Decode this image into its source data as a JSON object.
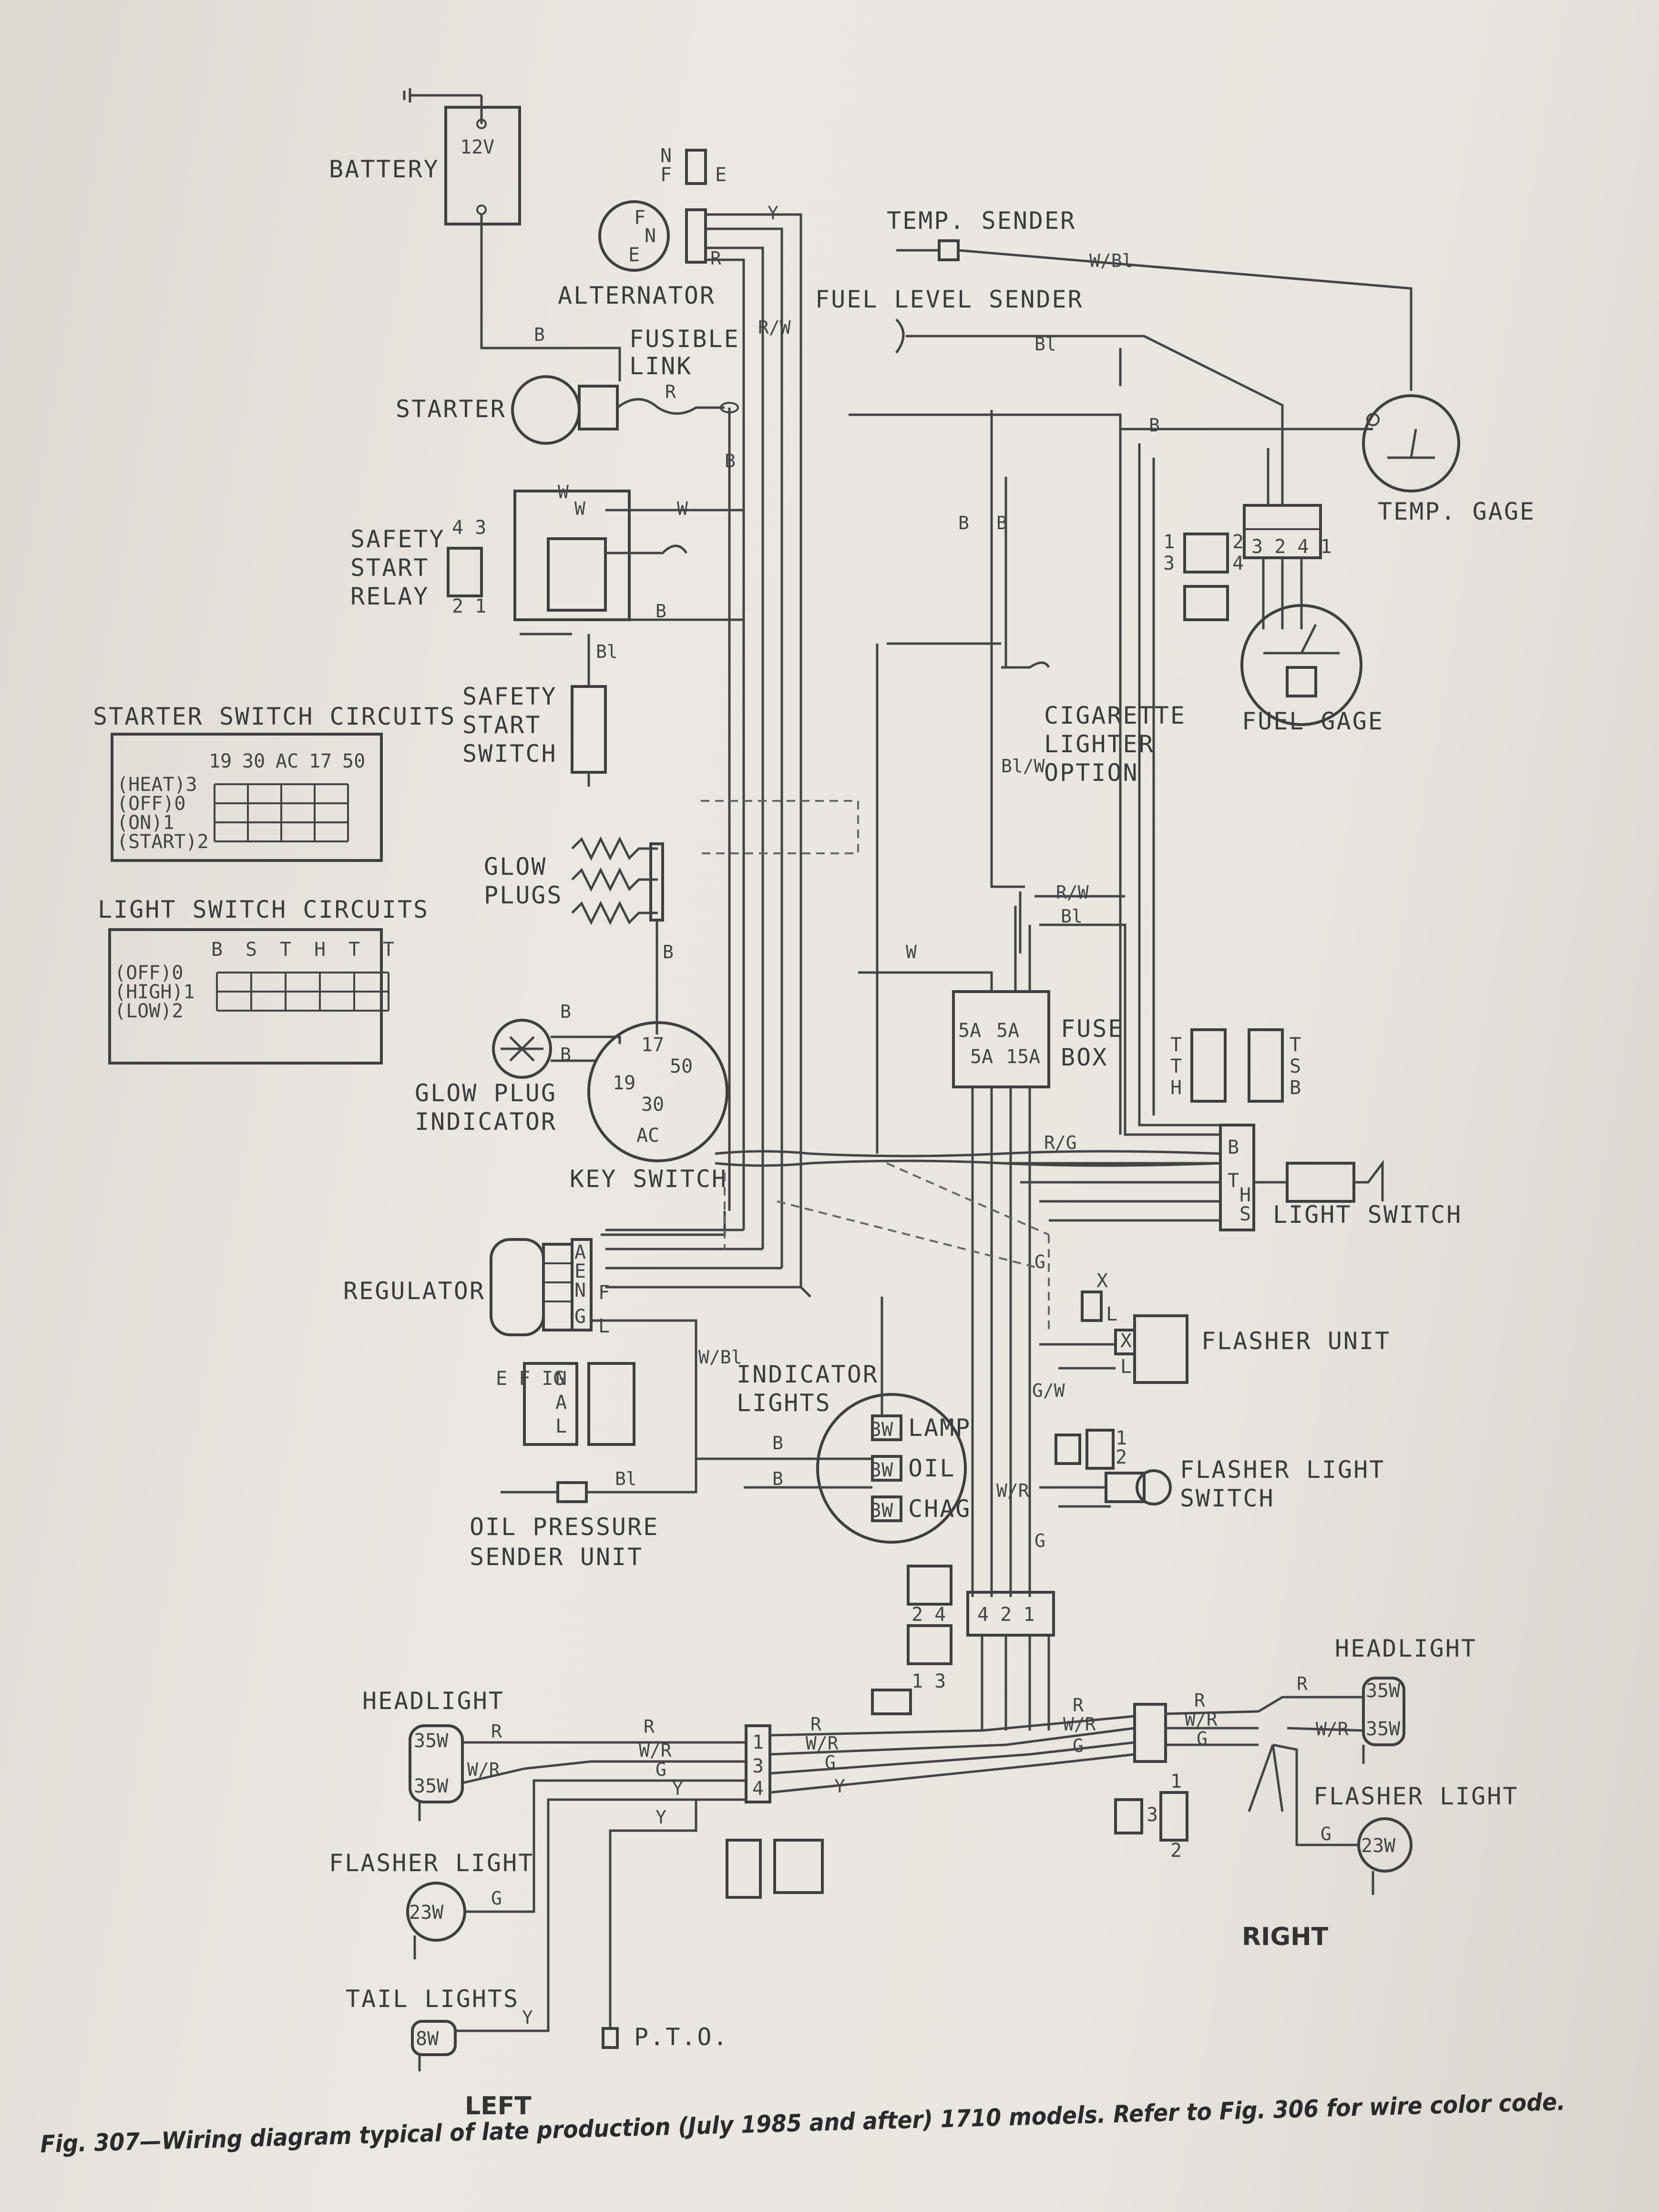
{
  "labels": {
    "battery": "BATTERY",
    "battery_v": "12V",
    "alternator": "ALTERNATOR",
    "fusible_link": "FUSIBLE",
    "fusible_link2": "LINK",
    "starter": "STARTER",
    "ssr1": "SAFETY",
    "ssr2": "START",
    "ssr3": "RELAY",
    "sss1": "SAFETY",
    "sss2": "START",
    "sss3": "SWITCH",
    "glow1": "GLOW",
    "glow2": "PLUGS",
    "gpi1": "GLOW PLUG",
    "gpi2": "INDICATOR",
    "key_switch": "KEY SWITCH",
    "regulator": "REGULATOR",
    "indicator1": "INDICATOR",
    "indicator2": "LIGHTS",
    "lamp": "LAMP",
    "oil": "OIL",
    "chag": "CHAG",
    "ops1": "OIL PRESSURE",
    "ops2": "SENDER UNIT",
    "temp_sender": "TEMP. SENDER",
    "fuel_sender": "FUEL LEVEL SENDER",
    "temp_gage": "TEMP. GAGE",
    "fuel_gage": "FUEL GAGE",
    "cig1": "CIGARETTE",
    "cig2": "LIGHTER",
    "cig3": "OPTION",
    "fuse_box1": "FUSE",
    "fuse_box2": "BOX",
    "light_switch": "LIGHT SWITCH",
    "flasher_unit": "FLASHER UNIT",
    "fls1": "FLASHER LIGHT",
    "fls2": "SWITCH",
    "headlight_l": "HEADLIGHT",
    "headlight_r": "HEADLIGHT",
    "flasher_l": "FLASHER LIGHT",
    "flasher_r": "FLASHER LIGHT",
    "tail_lights": "TAIL LIGHTS",
    "pto": "P.T.O.",
    "left": "LEFT",
    "right": "RIGHT"
  },
  "tables": {
    "starter": {
      "title": "STARTER SWITCH CIRCUITS",
      "columns": [
        "19",
        "30",
        "AC",
        "17",
        "50"
      ],
      "rows": [
        "(HEAT)3",
        "(OFF)0",
        "(ON)1",
        "(START)2"
      ]
    },
    "light": {
      "title": "LIGHT SWITCH CIRCUITS",
      "columns": [
        "B",
        "S",
        "T",
        "H",
        "T",
        "T"
      ],
      "rows": [
        "(OFF)0",
        "(HIGH)1",
        "(LOW)2"
      ]
    }
  },
  "ratings": {
    "w35a": "35W",
    "w35b": "35W",
    "w35c": "35W",
    "w35d": "35W",
    "w23a": "23W",
    "w23b": "23W",
    "w8": "8W",
    "w3a": "3W",
    "w3b": "3W",
    "w3c": "3W",
    "f5a1": "5A",
    "f5a2": "5A",
    "f5a3": "5A",
    "f15a": "15A"
  },
  "terminals": {
    "t17": "17",
    "t50": "50",
    "t19": "19",
    "t30": "30",
    "tac": "AC",
    "ssr43": "4 3",
    "ssr21": "2 1",
    "regA": "A",
    "regE": "E",
    "regN": "N",
    "regG": "G",
    "regF": "F",
    "regL": "L",
    "altN": "N",
    "altF": "F",
    "altE": "E",
    "conn3241": "3 2 4 1",
    "lsT": "T",
    "lsB": "B",
    "lsS": "S",
    "lsH": "H",
    "conn421": "4 2 1",
    "conn13": "1 3",
    "conn24": "2 4",
    "conn123": "1 2 3",
    "flX": "X",
    "flL": "L",
    "cnEFIG": "E F IG",
    "c1": "1",
    "c2": "2",
    "c3": "3",
    "c4": "4"
  },
  "wires": {
    "B": "B",
    "R": "R",
    "W": "W",
    "Y": "Y",
    "G": "G",
    "Bl": "Bl",
    "WBl": "W/Bl",
    "RW": "R/W",
    "RG": "R/G",
    "GW": "G/W",
    "WR": "W/R",
    "BlW": "Bl/W"
  },
  "caption": "Fig. 307—Wiring diagram typical of late production (July 1985 and after) 1710 models. Refer to Fig. 306 for wire color code."
}
